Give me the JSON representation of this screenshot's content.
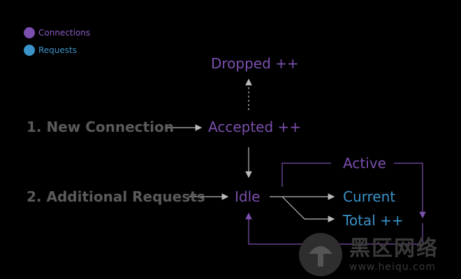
{
  "colors": {
    "background": "#000000",
    "connections": "#7b4fae",
    "requests": "#3a93c9",
    "step_text": "#5a5a5a",
    "arrow": "#bbbbbb",
    "watermark": "#3a3a3a"
  },
  "legend": [
    {
      "label": "Connections",
      "color": "#7b4fae"
    },
    {
      "label": "Requests",
      "color": "#3a93c9"
    }
  ],
  "steps": {
    "new_connection": "1. New Connection",
    "additional_requests": "2. Additional Requests"
  },
  "nodes": {
    "dropped": "Dropped ++",
    "accepted": "Accepted ++",
    "idle": "Idle",
    "active": "Active",
    "current": "Current",
    "total": "Total ++"
  },
  "watermark": {
    "title": "黑区网络",
    "url": "www.heiqu.com",
    "icon": "mushroom-icon"
  }
}
